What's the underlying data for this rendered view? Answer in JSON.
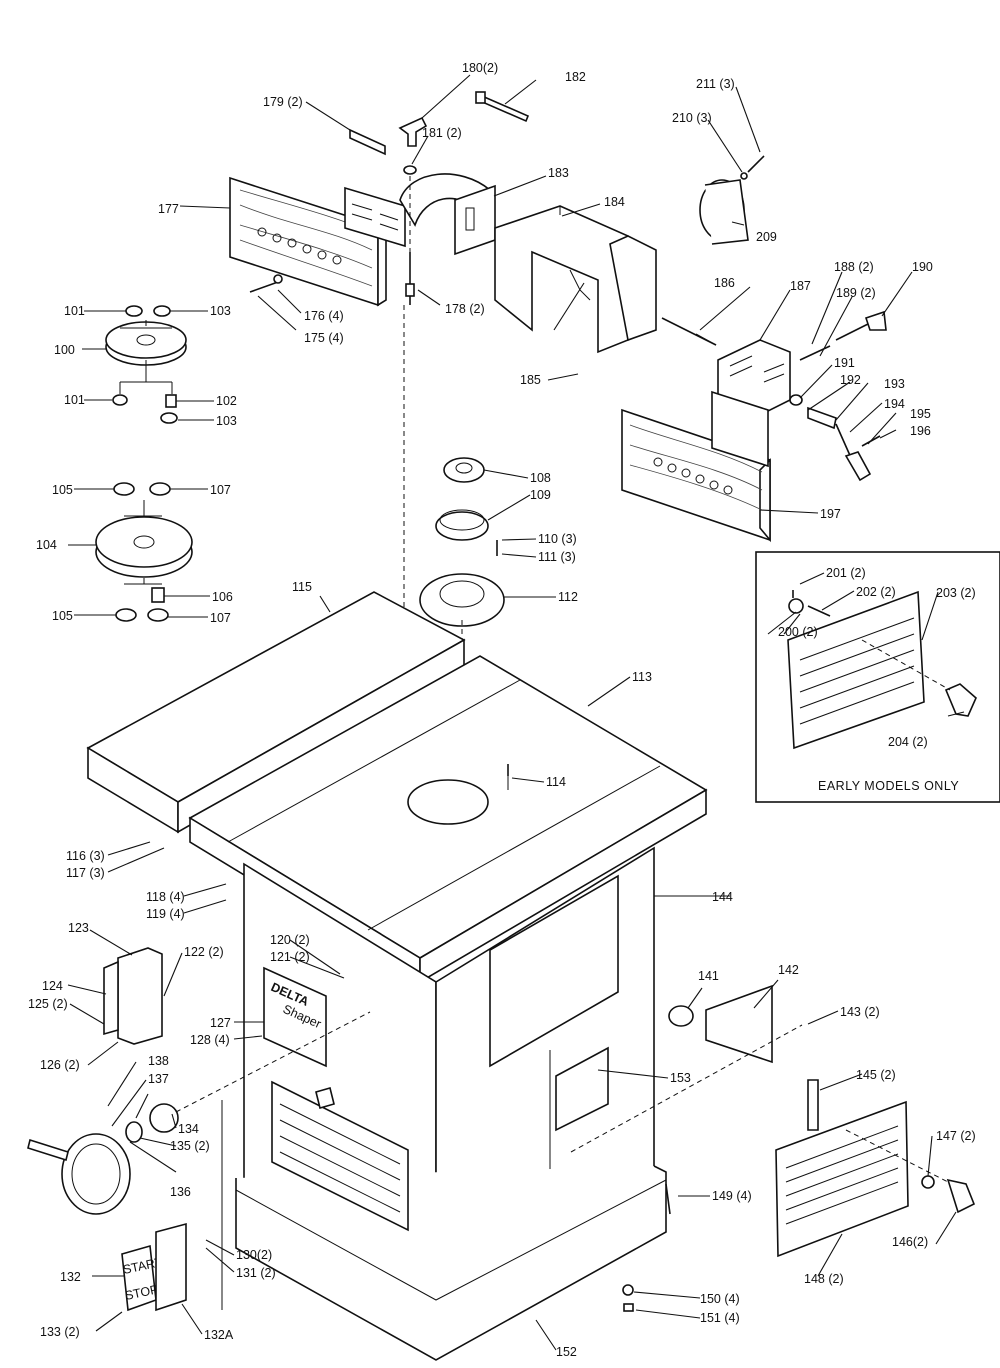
{
  "labels": {
    "p100": "100",
    "p101a": "101",
    "p101b": "101",
    "p102": "102",
    "p103a": "103",
    "p103b": "103",
    "p104": "104",
    "p105a": "105",
    "p105b": "105",
    "p106": "106",
    "p107a": "107",
    "p107b": "107",
    "p108": "108",
    "p109": "109",
    "p110": "110 (3)",
    "p111": "111 (3)",
    "p112": "112",
    "p113": "113",
    "p114": "114",
    "p115": "115",
    "p116": "116 (3)",
    "p117": "117 (3)",
    "p118": "118 (4)",
    "p119": "119 (4)",
    "p120": "120 (2)",
    "p121": "121 (2)",
    "p122": "122 (2)",
    "p123": "123",
    "p124": "124",
    "p125": "125 (2)",
    "p126": "126 (2)",
    "p127": "127",
    "p128": "128 (4)",
    "p130": "130(2)",
    "p131": "131 (2)",
    "p132": "132",
    "p132a": "132A",
    "p133": "133 (2)",
    "p134": "134",
    "p135": "135 (2)",
    "p136": "136",
    "p137": "137",
    "p138": "138",
    "p141": "141",
    "p142": "142",
    "p143": "143 (2)",
    "p144": "144",
    "p145": "145 (2)",
    "p146": "146(2)",
    "p147": "147 (2)",
    "p148": "148 (2)",
    "p149": "149 (4)",
    "p150": "150 (4)",
    "p151": "151 (4)",
    "p152": "152",
    "p153": "153",
    "p175": "175 (4)",
    "p176": "176 (4)",
    "p177": "177",
    "p178": "178 (2)",
    "p179": "179 (2)",
    "p180": "180(2)",
    "p181": "181 (2)",
    "p182": "182",
    "p183": "183",
    "p184": "184",
    "p185": "185",
    "p186": "186",
    "p187": "187",
    "p188": "188 (2)",
    "p189": "189 (2)",
    "p190": "190",
    "p191": "191",
    "p192": "192",
    "p193": "193",
    "p194": "194",
    "p195": "195",
    "p196": "196",
    "p197": "197",
    "p200": "200 (2)",
    "p201": "201 (2)",
    "p202": "202 (2)",
    "p203": "203 (2)",
    "p204": "204 (2)",
    "p209": "209",
    "p210": "210 (3)",
    "p211": "211 (3)"
  },
  "inset": {
    "caption": "EARLY MODELS ONLY"
  },
  "nameplate": {
    "brand": "DELTA",
    "model": "Shaper"
  },
  "switch": {
    "on": "START",
    "off": "STOP"
  }
}
